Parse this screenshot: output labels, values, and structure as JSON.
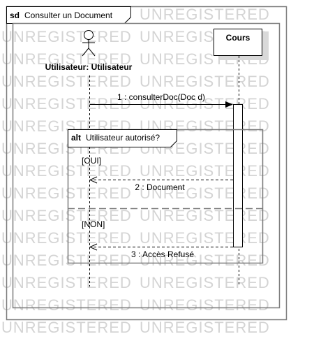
{
  "frame": {
    "keyword": "sd",
    "title": "Consulter un Document"
  },
  "watermark": "UNREGISTERED",
  "lifelines": [
    {
      "label": "Utilisateur: Utilisateur",
      "kind": "actor"
    },
    {
      "label": "Cours",
      "kind": "object"
    }
  ],
  "messages": [
    {
      "label": "1 : consulterDoc(Doc d)",
      "kind": "synchronous"
    },
    {
      "label": "2 : Document",
      "kind": "return"
    },
    {
      "label": "3 : Accès Refusé",
      "kind": "return"
    }
  ],
  "fragment": {
    "operator": "alt",
    "guard_title": "Utilisateur autorisé?",
    "operands": [
      {
        "guard": "[OUI]"
      },
      {
        "guard": "[NON]"
      }
    ]
  },
  "colors": {
    "line": "#000000",
    "frame_border": "#7a7a7a",
    "object_shadow": "#d9d9d9",
    "watermark": "#d4d4d4"
  }
}
